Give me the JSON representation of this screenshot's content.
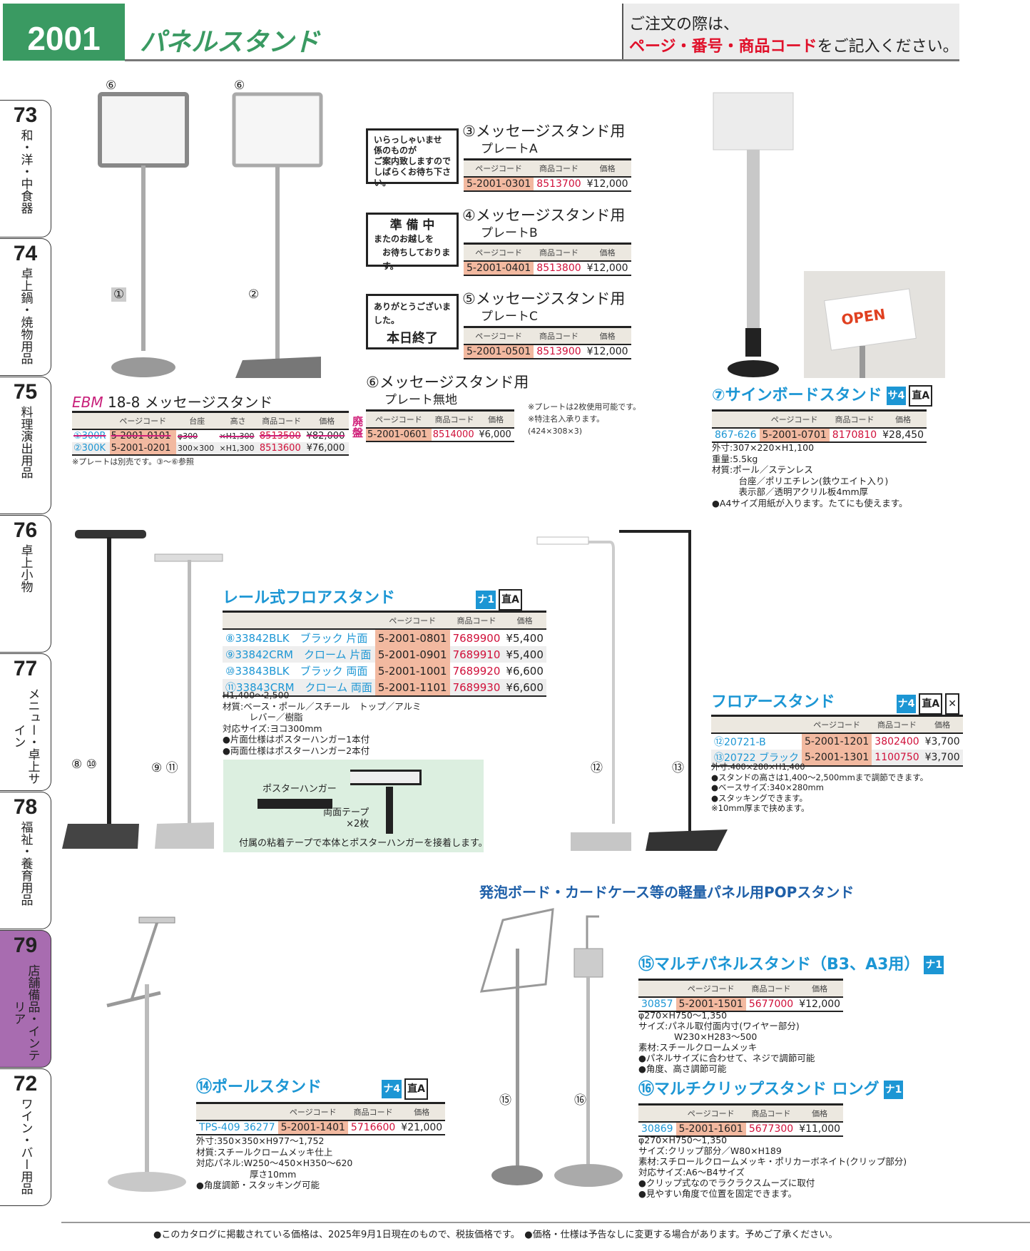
{
  "header": {
    "page_number": "2001",
    "title": "パネルスタンド",
    "notice_line1": "ご注文の際は、",
    "notice_highlight": "ページ・番号・商品コード",
    "notice_rest": "をご記入ください。"
  },
  "tabs": [
    {
      "num": "73",
      "label": "和・洋・中食器"
    },
    {
      "num": "74",
      "label": "卓上鍋・焼物用品"
    },
    {
      "num": "75",
      "label": "料理演出用品"
    },
    {
      "num": "76",
      "label": "卓上小物"
    },
    {
      "num": "77",
      "label": "メニュー・卓上サイン"
    },
    {
      "num": "78",
      "label": "福祉・養育用品"
    },
    {
      "num": "79",
      "label": "店舗備品・インテリア"
    },
    {
      "num": "72",
      "label": "ワイン・バー用品"
    }
  ],
  "image_labels": {
    "l6a": "⑥",
    "l6b": "⑥",
    "l1": "①",
    "l2": "②",
    "l8_10": "⑧ ⑩",
    "l9_11": "⑨ ⑪",
    "l12": "⑫",
    "l13": "⑬",
    "l15": "⑮",
    "l16": "⑯"
  },
  "plates": {
    "a": [
      "いらっしゃいませ",
      "係のものが",
      "ご案内致しますので",
      "しばらくお待ち下さい。"
    ],
    "b": {
      "big": "準 備 中",
      "l1": "またのお越しを",
      "l2": "お待ちしております。"
    },
    "c": {
      "l1": "ありがとうございました。",
      "big": "本日終了"
    }
  },
  "open_sign": "OPEN",
  "headers": {
    "page": "ページコード",
    "code": "商品コード",
    "price": "価格",
    "base": "台座",
    "height": "高さ"
  },
  "ebm": {
    "brand": "EBM",
    "title": "18-8 メッセージスタンド",
    "discontinued": "廃盤",
    "note": "※プレートは別売です。③〜⑥参照",
    "rows": [
      {
        "model": "①300R",
        "page": "5-2001-0101",
        "base": "φ300",
        "height": "×H1,300",
        "code": "8513500",
        "price": "¥82,000",
        "discontinued": true
      },
      {
        "model": "②300K",
        "page": "5-2001-0201",
        "base": "300×300",
        "height": "×H1,300",
        "code": "8513600",
        "price": "¥76,000"
      }
    ]
  },
  "msg": [
    {
      "title": "③メッセージスタンド用",
      "sub": "プレートA",
      "page": "5-2001-0301",
      "code": "8513700",
      "price": "¥12,000"
    },
    {
      "title": "④メッセージスタンド用",
      "sub": "プレートB",
      "page": "5-2001-0401",
      "code": "8513800",
      "price": "¥12,000"
    },
    {
      "title": "⑤メッセージスタンド用",
      "sub": "プレートC",
      "page": "5-2001-0501",
      "code": "8513900",
      "price": "¥12,000"
    },
    {
      "title": "⑥メッセージスタンド用",
      "sub": "プレート無地",
      "page": "5-2001-0601",
      "code": "8514000",
      "price": "¥6,000",
      "notes": [
        "※プレートは2枚使用可能です。",
        "※特注名入承ります。",
        "(424×308×3)"
      ]
    }
  ],
  "sign": {
    "title": "⑦サインボードスタンド",
    "badge": "サ4",
    "badge2": "直A",
    "model": "867-626",
    "page": "5-2001-0701",
    "code": "8170810",
    "price": "¥28,450",
    "spec": "外寸:307×220×H1,100\n重量:5.5kg\n材質:ポール／ステンレス\n　　　台座／ポリエチレン(鉄ウエイト入り)\n　　　表示部／透明アクリル板4mm厚\n●A4サイズ用紙が入ります。たてにも使えます。"
  },
  "rail": {
    "title": "レール式フロアスタンド",
    "badge": "ナ1",
    "badge2": "直A",
    "rows": [
      {
        "model": "⑧33842BLK　ブラック 片面",
        "page": "5-2001-0801",
        "code": "7689900",
        "price": "¥5,400"
      },
      {
        "model": "⑨33842CRM　クローム 片面",
        "page": "5-2001-0901",
        "code": "7689910",
        "price": "¥5,400"
      },
      {
        "model": "⑩33843BLK　ブラック 両面",
        "page": "5-2001-1001",
        "code": "7689920",
        "price": "¥6,600"
      },
      {
        "model": "⑪33843CRM　クローム 両面",
        "page": "5-2001-1101",
        "code": "7689930",
        "price": "¥6,600"
      }
    ],
    "spec": "H1,400〜2,500\n材質:ベース・ポール／スチール　トップ／アルミ\n　　　レバー／樹脂\n対応サイズ:ヨコ300mm\n●片面仕様はポスターハンガー1本付\n●両面仕様はポスターハンガー2本付",
    "hanger_label": "ポスターハンガー",
    "tape_label": "両面テープ",
    "tape_qty": "×2枚",
    "hanger_caption": "付属の粘着テープで本体とポスターハンガーを接着します。"
  },
  "floor": {
    "title": "フロアースタンド",
    "badge": "ナ4",
    "badge2": "直A",
    "rows": [
      {
        "model": "⑫20721-B",
        "page": "5-2001-1201",
        "code": "3802400",
        "price": "¥3,700"
      },
      {
        "model": "⑬20722 ブラック",
        "page": "5-2001-1301",
        "code": "1100750",
        "price": "¥3,700"
      }
    ],
    "spec": "外寸:400×280×H1,400\n●スタンドの高さは1,400〜2,500mmまで調節できます。\n●ベースサイズ:340×280mm\n●スタッキングできます。\n※10mm厚まで挟めます。"
  },
  "pop_heading": "発泡ボード・カードケース等の軽量パネル用POPスタンド",
  "pole": {
    "title": "⑭ポールスタンド",
    "badge": "ナ4",
    "badge2": "直A",
    "model": "TPS-409 36277",
    "page": "5-2001-1401",
    "code": "5716600",
    "price": "¥21,000",
    "spec": "外寸:350×350×H977〜1,752\n材質:スチールクロームメッキ仕上\n対応パネル:W250〜450×H350〜620\n　　　　　　厚さ10mm\n●角度調節・スタッキング可能"
  },
  "multi_panel": {
    "title": "⑮マルチパネルスタンド（B3、A3用）",
    "badge": "ナ1",
    "model": "30857",
    "page": "5-2001-1501",
    "code": "5677000",
    "price": "¥12,000",
    "spec": "φ270×H750〜1,350\nサイズ:パネル取付面内寸(ワイヤー部分)\n　　　　W230×H283〜500\n素材:スチールクロームメッキ\n●パネルサイズに合わせて、ネジで調節可能\n●角度、高さ調節可能"
  },
  "multi_clip": {
    "title": "⑯マルチクリップスタンド ロング",
    "badge": "ナ1",
    "model": "30869",
    "page": "5-2001-1601",
    "code": "5677300",
    "price": "¥11,000",
    "spec": "φ270×H750〜1,350\nサイズ:クリップ部分／W80×H189\n素材:スチロールクロームメッキ・ポリカーボネイト(クリップ部分)\n対応サイズ:A6〜B4サイズ\n●クリップ式なのでラクラクスムーズに取付\n●見やすい角度で位置を固定できます。"
  },
  "footer": "●このカタログに掲載されている価格は、2025年9月1日現在のもので、税抜価格です。　●価格・仕様は予告なしに変更する場合があります。予めご了承ください。"
}
